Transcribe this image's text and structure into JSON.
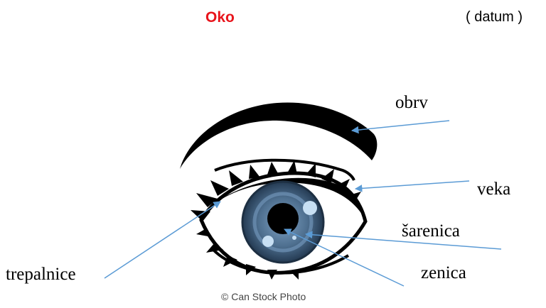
{
  "header": {
    "title": "Oko",
    "date": "( datum )"
  },
  "labels": {
    "obrv": "obrv",
    "veka": "veka",
    "sarenica": "šarenica",
    "trepalnice": "trepalnice",
    "zenica": "zenica"
  },
  "credit": "© Can Stock Photo",
  "colors": {
    "title": "#e8141b",
    "arrow": "#5b9bd5",
    "iris": "#4e6f8f",
    "iris_dark": "#243a52",
    "outline": "#000000"
  }
}
